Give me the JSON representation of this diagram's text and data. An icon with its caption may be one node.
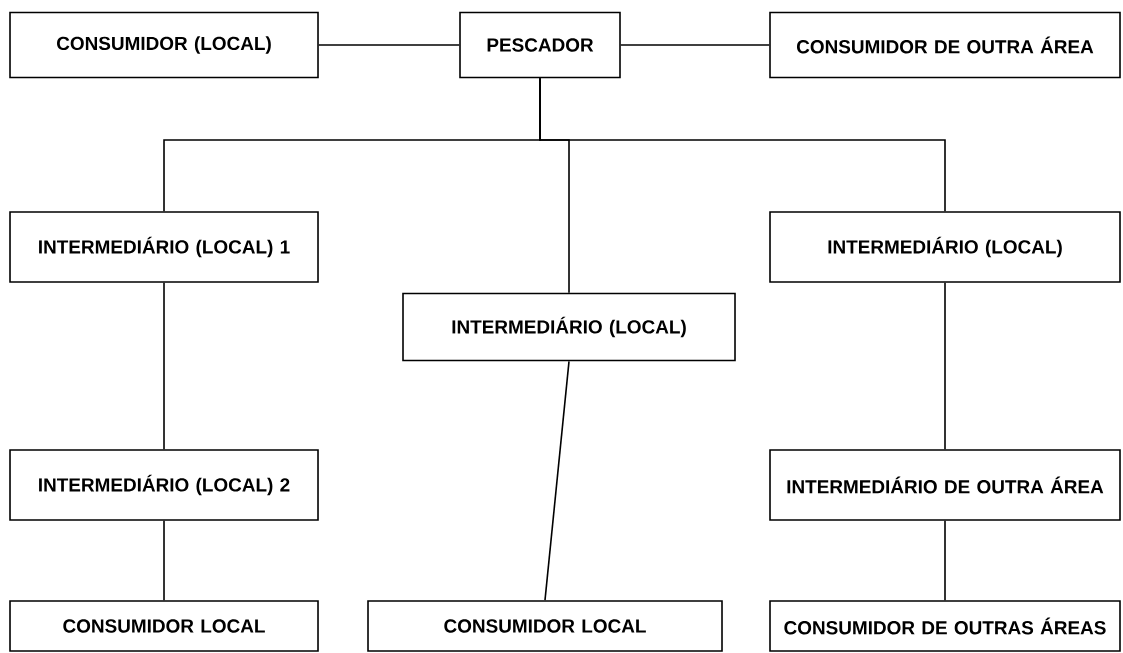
{
  "diagram": {
    "nodes": [
      {
        "text": [
          "CONSUMIDOR (LOCAL)"
        ]
      },
      {
        "text": [
          "PESCADOR"
        ]
      },
      {
        "text": [
          "CONSUMIDOR DE OUTRA ÁREA"
        ]
      },
      {
        "text": [
          "INTERMEDIÁRIO (LOCAL) 1"
        ]
      },
      {
        "text": [
          "INTERMEDIÁRIO (LOCAL)"
        ]
      },
      {
        "text": [
          "INTERMEDIÁRIO (LOCAL)"
        ]
      },
      {
        "text": [
          "INTERMEDIÁRIO (LOCAL) 2"
        ]
      },
      {
        "text": [
          "INTERMEDIÁRIO DE OUTRA ÁREA"
        ]
      },
      {
        "text": [
          "CONSUMIDOR LOCAL"
        ]
      },
      {
        "text": [
          "CONSUMIDOR LOCAL"
        ]
      },
      {
        "text": [
          "CONSUMIDOR DE OUTRAS ÁREAS"
        ]
      }
    ],
    "edges": [
      {
        "from": 1,
        "to": 0,
        "arrow": "none"
      },
      {
        "from": 1,
        "to": 2,
        "arrow": "none"
      },
      {
        "from": 1,
        "to": 3,
        "arrow": "none"
      },
      {
        "from": 1,
        "to": 4,
        "arrow": "none"
      },
      {
        "from": 1,
        "to": 5,
        "arrow": "none"
      },
      {
        "from": 3,
        "to": 6,
        "arrow": "none"
      },
      {
        "from": 6,
        "to": 8,
        "arrow": "none"
      },
      {
        "from": 4,
        "to": 9,
        "arrow": "none"
      },
      {
        "from": 5,
        "to": 7,
        "arrow": "none"
      },
      {
        "from": 7,
        "to": 10,
        "arrow": "none"
      }
    ]
  }
}
